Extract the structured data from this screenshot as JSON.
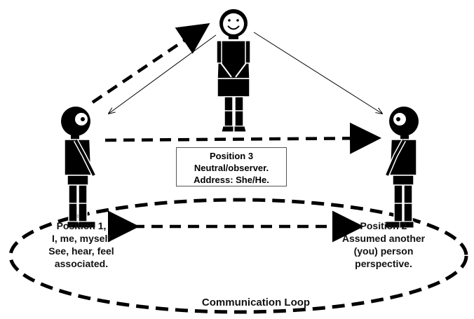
{
  "position1": {
    "lines": [
      "Position 1,",
      "I, me, myself",
      "See, hear, feel",
      "associated."
    ]
  },
  "position2": {
    "lines": [
      "Position 2",
      "Assumed another",
      "(you) person",
      "perspective."
    ]
  },
  "position3": {
    "lines": [
      "Position 3",
      "Neutral/observer.",
      "Address: She/He."
    ]
  },
  "loop_label": "Communication Loop"
}
